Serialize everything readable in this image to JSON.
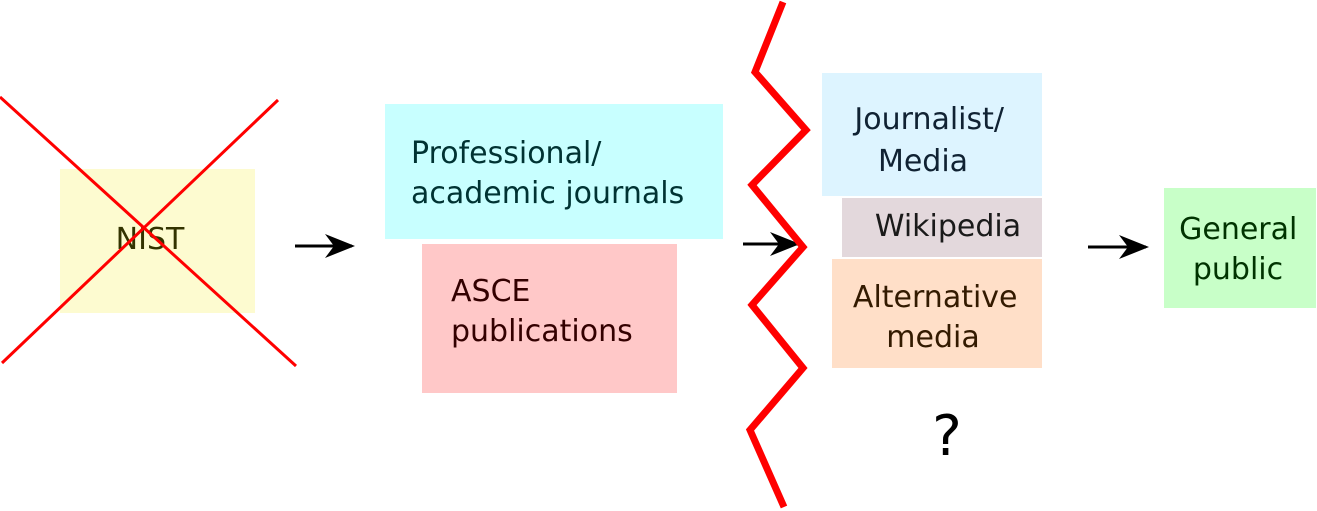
{
  "nodes": {
    "nist": {
      "label": "NIST",
      "fill": "#fdfbd0",
      "text_color": "#333300",
      "crossed_out": true
    },
    "professional": {
      "line1": "Professional/",
      "line2": "academic journals",
      "fill": "#c8ffff",
      "text_color": "#003333"
    },
    "asce": {
      "line1": "ASCE",
      "line2": "publications",
      "fill": "#ffc8c8",
      "text_color": "#330000"
    },
    "journalist": {
      "line1": "Journalist/",
      "line2": "Media",
      "fill": "#ddf4ff",
      "text_color": "#102233"
    },
    "wikipedia": {
      "label": "Wikipedia",
      "fill": "#e3d8dc",
      "text_color": "#1a1a1a"
    },
    "alternative": {
      "line1": "Alternative",
      "line2": "media",
      "fill": "#ffdfc8",
      "text_color": "#331a00"
    },
    "general": {
      "line1": "General",
      "line2": "public",
      "fill": "#c8ffc8",
      "text_color": "#003300"
    }
  },
  "question_mark": "?",
  "colors": {
    "cross": "#ff0000",
    "barrier": "#ff0000",
    "arrow": "#000000"
  }
}
